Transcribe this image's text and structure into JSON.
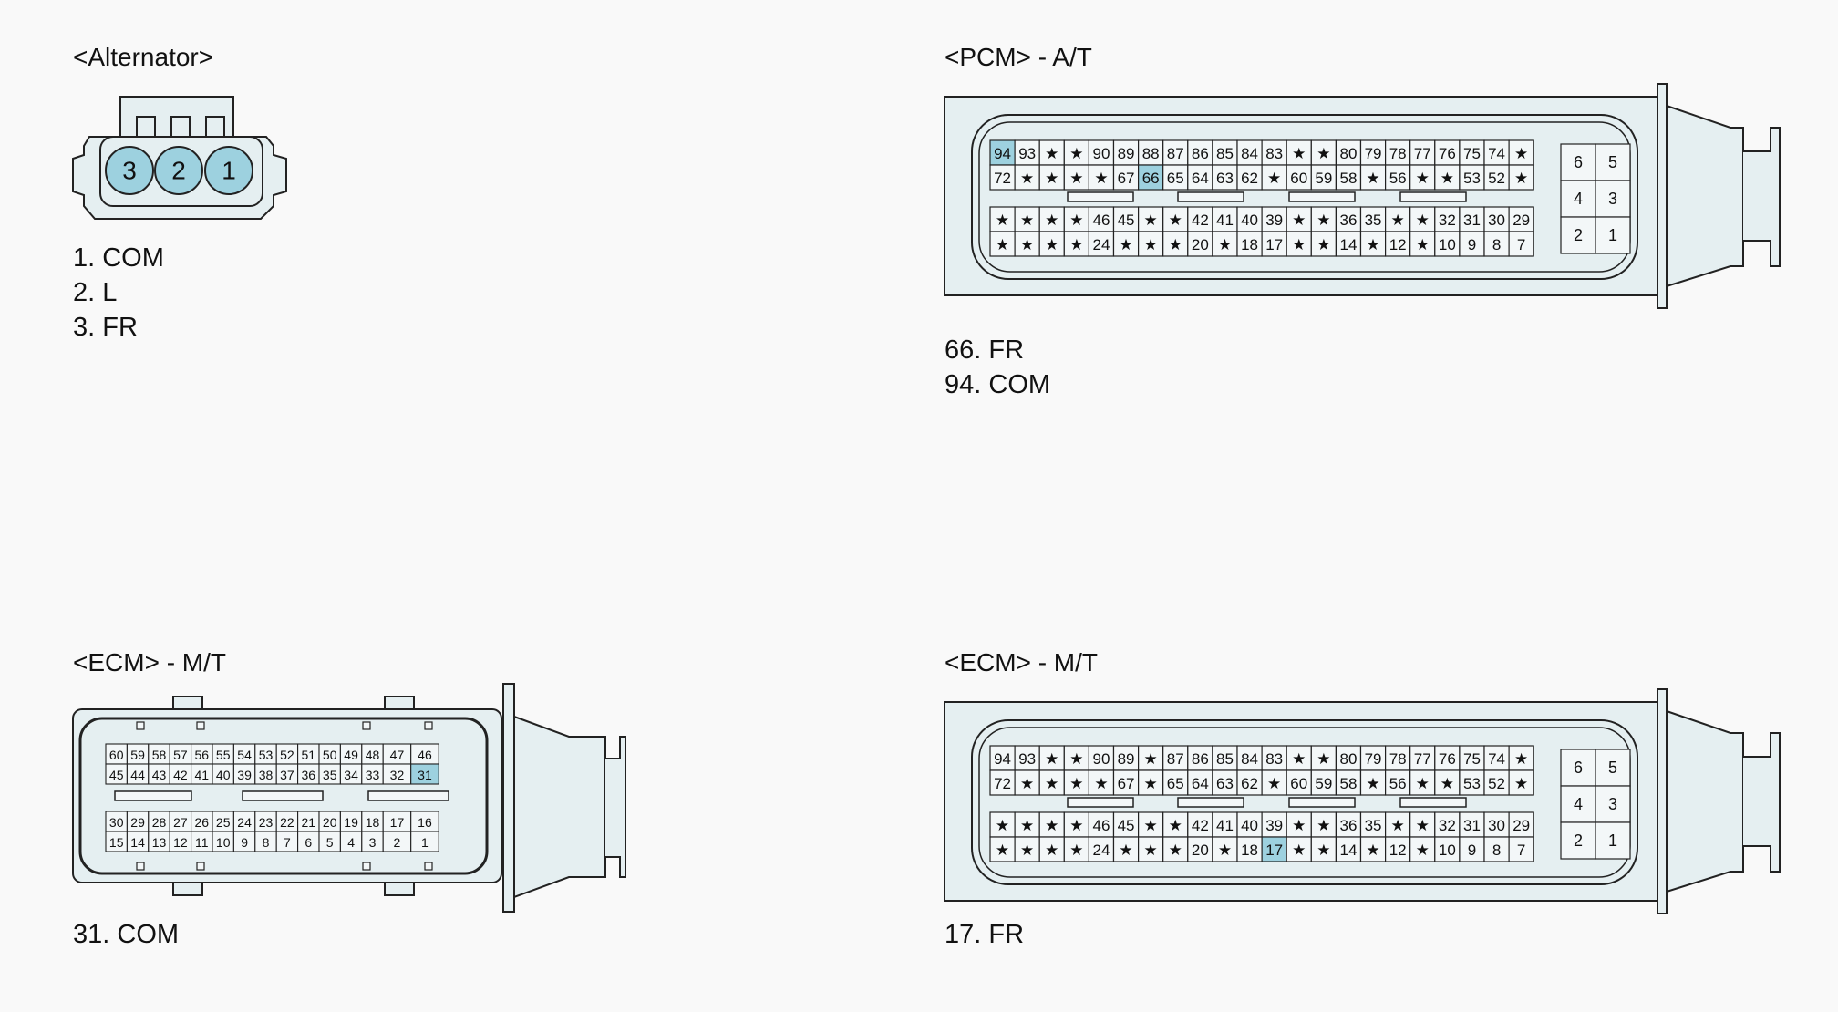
{
  "alternator": {
    "title": "<Alternator>",
    "pins": [
      "3",
      "2",
      "1"
    ],
    "pin_list": [
      "1. COM",
      "2. L",
      "3. FR"
    ]
  },
  "pcm_at": {
    "title": "<PCM> - A/T",
    "rows": [
      [
        "94",
        "93",
        "★",
        "★",
        "90",
        "89",
        "88",
        "87",
        "86",
        "85",
        "84",
        "83",
        "★",
        "★",
        "80",
        "79",
        "78",
        "77",
        "76",
        "75",
        "74",
        "★"
      ],
      [
        "72",
        "★",
        "★",
        "★",
        "★",
        "67",
        "66",
        "65",
        "64",
        "63",
        "62",
        "★",
        "60",
        "59",
        "58",
        "★",
        "56",
        "★",
        "★",
        "53",
        "52",
        "★"
      ],
      [
        "★",
        "★",
        "★",
        "★",
        "46",
        "45",
        "★",
        "★",
        "42",
        "41",
        "40",
        "39",
        "★",
        "★",
        "36",
        "35",
        "★",
        "★",
        "32",
        "31",
        "30",
        "29"
      ],
      [
        "★",
        "★",
        "★",
        "★",
        "24",
        "★",
        "★",
        "★",
        "20",
        "★",
        "18",
        "17",
        "★",
        "★",
        "14",
        "★",
        "12",
        "★",
        "10",
        "9",
        "8",
        "7"
      ]
    ],
    "side_pins": [
      [
        "6",
        "5"
      ],
      [
        "4",
        "3"
      ],
      [
        "2",
        "1"
      ]
    ],
    "highlighted": [
      "94",
      "66"
    ],
    "pin_list": [
      "66. FR",
      "94. COM"
    ]
  },
  "ecm_mt_left": {
    "title": "<ECM> - M/T",
    "rows": [
      [
        "60",
        "59",
        "58",
        "57",
        "56",
        "55",
        "54",
        "53",
        "52",
        "51",
        "50",
        "49",
        "48",
        "47",
        "46"
      ],
      [
        "45",
        "44",
        "43",
        "42",
        "41",
        "40",
        "39",
        "38",
        "37",
        "36",
        "35",
        "34",
        "33",
        "32",
        "31"
      ],
      [
        "30",
        "29",
        "28",
        "27",
        "26",
        "25",
        "24",
        "23",
        "22",
        "21",
        "20",
        "19",
        "18",
        "17",
        "16"
      ],
      [
        "15",
        "14",
        "13",
        "12",
        "11",
        "10",
        "9",
        "8",
        "7",
        "6",
        "5",
        "4",
        "3",
        "2",
        "1"
      ]
    ],
    "highlighted": [
      "31"
    ],
    "pin_list": [
      "31. COM"
    ]
  },
  "ecm_mt_right": {
    "title": "<ECM> - M/T",
    "rows": [
      [
        "94",
        "93",
        "★",
        "★",
        "90",
        "89",
        "★",
        "87",
        "86",
        "85",
        "84",
        "83",
        "★",
        "★",
        "80",
        "79",
        "78",
        "77",
        "76",
        "75",
        "74",
        "★"
      ],
      [
        "72",
        "★",
        "★",
        "★",
        "★",
        "67",
        "★",
        "65",
        "64",
        "63",
        "62",
        "★",
        "60",
        "59",
        "58",
        "★",
        "56",
        "★",
        "★",
        "53",
        "52",
        "★"
      ],
      [
        "★",
        "★",
        "★",
        "★",
        "46",
        "45",
        "★",
        "★",
        "42",
        "41",
        "40",
        "39",
        "★",
        "★",
        "36",
        "35",
        "★",
        "★",
        "32",
        "31",
        "30",
        "29"
      ],
      [
        "★",
        "★",
        "★",
        "★",
        "24",
        "★",
        "★",
        "★",
        "20",
        "★",
        "18",
        "17",
        "★",
        "★",
        "14",
        "★",
        "12",
        "★",
        "10",
        "9",
        "8",
        "7"
      ]
    ],
    "side_pins": [
      [
        "6",
        "5"
      ],
      [
        "4",
        "3"
      ],
      [
        "2",
        "1"
      ]
    ],
    "highlighted": [
      "17"
    ],
    "pin_list": [
      "17. FR"
    ]
  },
  "colors": {
    "background": "#f9f9f9",
    "connector_fill": "#e5eff1",
    "pin_highlight": "#9dd1df",
    "pin_face": "#f3f7f8",
    "stroke": "#222222"
  }
}
